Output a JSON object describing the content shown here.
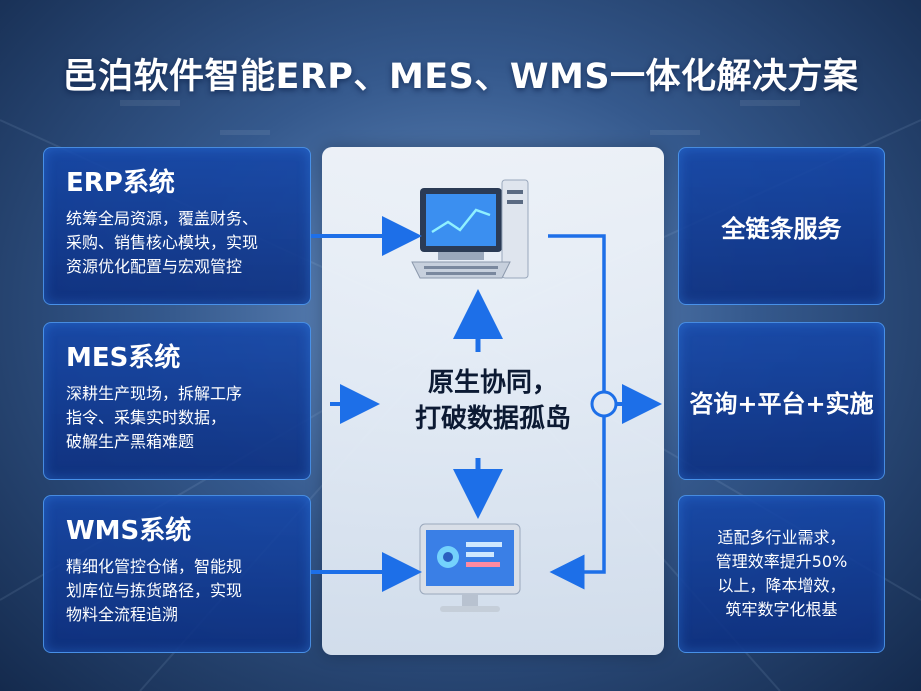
{
  "title": "邑泊软件智能ERP、MES、WMS一体化解决方案",
  "left_cards": [
    {
      "heading": "ERP系统",
      "lines": [
        "统筹全局资源，覆盖财务、",
        "采购、销售核心模块，实现",
        "资源优化配置与宏观管控"
      ]
    },
    {
      "heading": "MES系统",
      "lines": [
        "深耕生产现场，拆解工序",
        "指令、采集实时数据，",
        "破解生产黑箱难题"
      ]
    },
    {
      "heading": "WMS系统",
      "lines": [
        "精细化管控仓储，智能规",
        "划库位与拣货路径，实现",
        "物料全流程追溯"
      ]
    }
  ],
  "center": {
    "lines": [
      "原生协同，",
      "打破数据孤岛"
    ]
  },
  "right_cards": [
    {
      "text": "全链条服务"
    },
    {
      "text": "咨询+平台+实施"
    },
    {
      "lines": [
        "适配多行业需求，",
        "管理效率提升50%",
        "以上，降本增效，",
        "筑牢数字化根基"
      ]
    }
  ],
  "colors": {
    "arrow": "#1d6fe8",
    "card_border": "#5aaaff",
    "title": "#ffffff"
  },
  "icons": {
    "top": "desktop-computer-icon",
    "bottom": "monitor-dashboard-icon"
  }
}
